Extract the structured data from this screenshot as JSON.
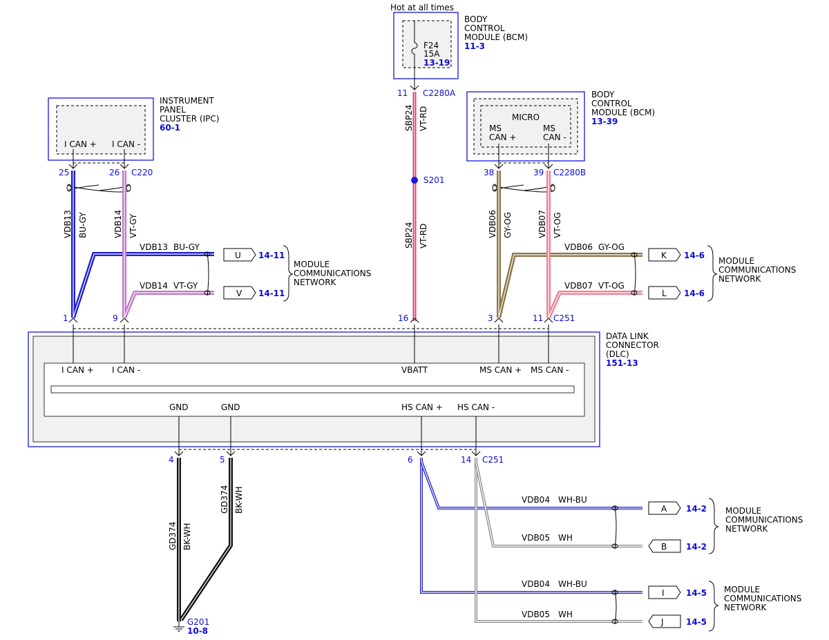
{
  "hot_label": "Hot at all times",
  "bcm_top": {
    "lines": [
      "BODY",
      "CONTROL",
      "MODULE (BCM)"
    ],
    "ref": "11-3",
    "fuse_name": "F24",
    "fuse_rating": "15A",
    "fuse_ref": "13-19"
  },
  "ipc": {
    "lines": [
      "INSTRUMENT",
      "PANEL",
      "CLUSTER (IPC)"
    ],
    "ref": "60-1",
    "pin_a": "I CAN +",
    "pin_b": "I CAN -"
  },
  "bcm_right": {
    "lines": [
      "BODY",
      "CONTROL",
      "MODULE (BCM)"
    ],
    "ref": "13-39",
    "micro": "MICRO",
    "pin_a": [
      "MS",
      "CAN +"
    ],
    "pin_b": [
      "MS",
      "CAN -"
    ]
  },
  "dlc": {
    "lines": [
      "DATA LINK",
      "CONNECTOR",
      "(DLC)"
    ],
    "ref": "151-13",
    "top_pins": [
      "I CAN +",
      "I CAN -",
      "VBATT",
      "MS CAN +",
      "MS CAN -"
    ],
    "bottom_pins": [
      "GND",
      "GND",
      "HS CAN +",
      "HS CAN -"
    ]
  },
  "connectors": {
    "c220": "C220",
    "c2280a": "C2280A",
    "c2280b": "C2280B",
    "c251_top": "C251",
    "c251_bottom": "C251",
    "s201": "S201",
    "g201": "G201",
    "g201_ref": "10-8"
  },
  "pins": {
    "ipc_a": "25",
    "ipc_b": "26",
    "bcm_top": "11",
    "bcm_a": "38",
    "bcm_b": "39",
    "dlc_1": "1",
    "dlc_9": "9",
    "dlc_16": "16",
    "dlc_3": "3",
    "dlc_11": "11",
    "dlc_4": "4",
    "dlc_5": "5",
    "dlc_6": "6",
    "dlc_14": "14"
  },
  "wires": {
    "vdb13": {
      "circuit": "VDB13",
      "color": "BU-GY"
    },
    "vdb14": {
      "circuit": "VDB14",
      "color": "VT-GY"
    },
    "sbp24": {
      "circuit": "SBP24",
      "color": "VT-RD"
    },
    "vdb06": {
      "circuit": "VDB06",
      "color": "GY-OG"
    },
    "vdb07": {
      "circuit": "VDB07",
      "color": "VT-OG"
    },
    "gd374": {
      "circuit": "GD374",
      "color": "BK-WH"
    },
    "vdb04": {
      "circuit": "VDB04",
      "color": "WH-BU"
    },
    "vdb05": {
      "circuit": "VDB05",
      "color": "WH"
    }
  },
  "offpage": {
    "U": {
      "letter": "U",
      "ref": "14-11"
    },
    "V": {
      "letter": "V",
      "ref": "14-11"
    },
    "K": {
      "letter": "K",
      "ref": "14-6"
    },
    "L": {
      "letter": "L",
      "ref": "14-6"
    },
    "A": {
      "letter": "A",
      "ref": "14-2"
    },
    "B": {
      "letter": "B",
      "ref": "14-2"
    },
    "I": {
      "letter": "I",
      "ref": "14-5"
    },
    "J": {
      "letter": "J",
      "ref": "14-5"
    }
  },
  "network_label": [
    "MODULE",
    "COMMUNICATIONS",
    "NETWORK"
  ],
  "colors": {
    "blue_ref": "#0b0bd6",
    "bu_gy": "#1f1fd0",
    "vt_gy": "#c078c8",
    "vt_rd": "#e0407a",
    "gy_og": "#8c7445",
    "vt_og": "#ee8096",
    "bk_wh": "#111111",
    "wh_bu": "#2a2ad0",
    "wh": "#8a8a8a"
  }
}
